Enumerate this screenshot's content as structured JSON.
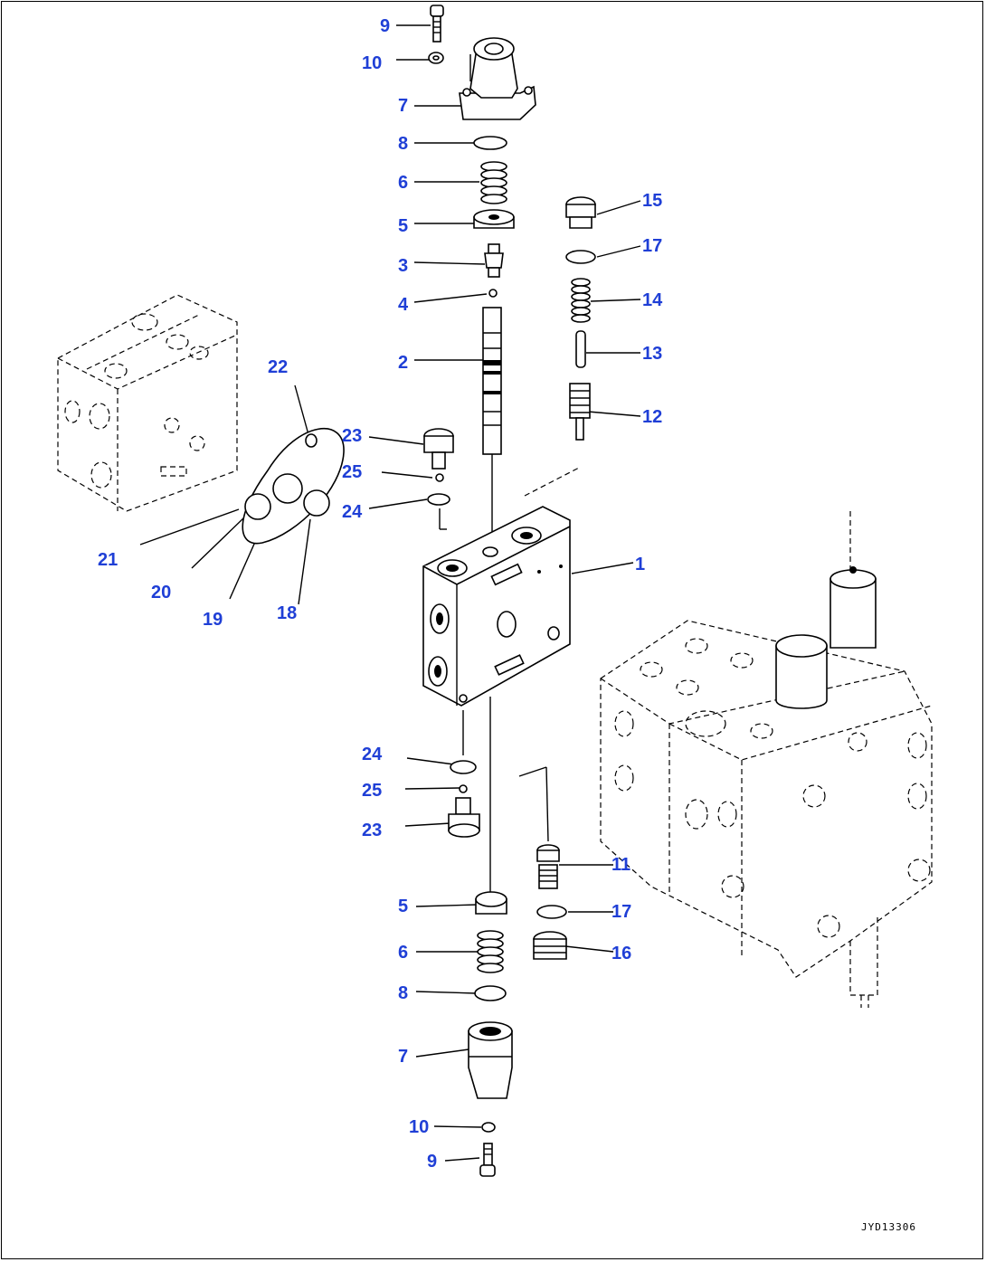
{
  "diagram": {
    "drawing_code": "JYD13306",
    "callouts": [
      {
        "id": "c9a",
        "text": "9"
      },
      {
        "id": "c10a",
        "text": "10"
      },
      {
        "id": "c7a",
        "text": "7"
      },
      {
        "id": "c8a",
        "text": "8"
      },
      {
        "id": "c6a",
        "text": "6"
      },
      {
        "id": "c5a",
        "text": "5"
      },
      {
        "id": "c3",
        "text": "3"
      },
      {
        "id": "c4",
        "text": "4"
      },
      {
        "id": "c2",
        "text": "2"
      },
      {
        "id": "c15",
        "text": "15"
      },
      {
        "id": "c17a",
        "text": "17"
      },
      {
        "id": "c14",
        "text": "14"
      },
      {
        "id": "c13",
        "text": "13"
      },
      {
        "id": "c12",
        "text": "12"
      },
      {
        "id": "c22",
        "text": "22"
      },
      {
        "id": "c23a",
        "text": "23"
      },
      {
        "id": "c25a",
        "text": "25"
      },
      {
        "id": "c24a",
        "text": "24"
      },
      {
        "id": "c21",
        "text": "21"
      },
      {
        "id": "c20",
        "text": "20"
      },
      {
        "id": "c19",
        "text": "19"
      },
      {
        "id": "c18",
        "text": "18"
      },
      {
        "id": "c1",
        "text": "1"
      },
      {
        "id": "c24b",
        "text": "24"
      },
      {
        "id": "c25b",
        "text": "25"
      },
      {
        "id": "c23b",
        "text": "23"
      },
      {
        "id": "c11",
        "text": "11"
      },
      {
        "id": "c5b",
        "text": "5"
      },
      {
        "id": "c17b",
        "text": "17"
      },
      {
        "id": "c6b",
        "text": "6"
      },
      {
        "id": "c16",
        "text": "16"
      },
      {
        "id": "c8b",
        "text": "8"
      },
      {
        "id": "c7b",
        "text": "7"
      },
      {
        "id": "c10b",
        "text": "10"
      },
      {
        "id": "c9b",
        "text": "9"
      }
    ]
  }
}
